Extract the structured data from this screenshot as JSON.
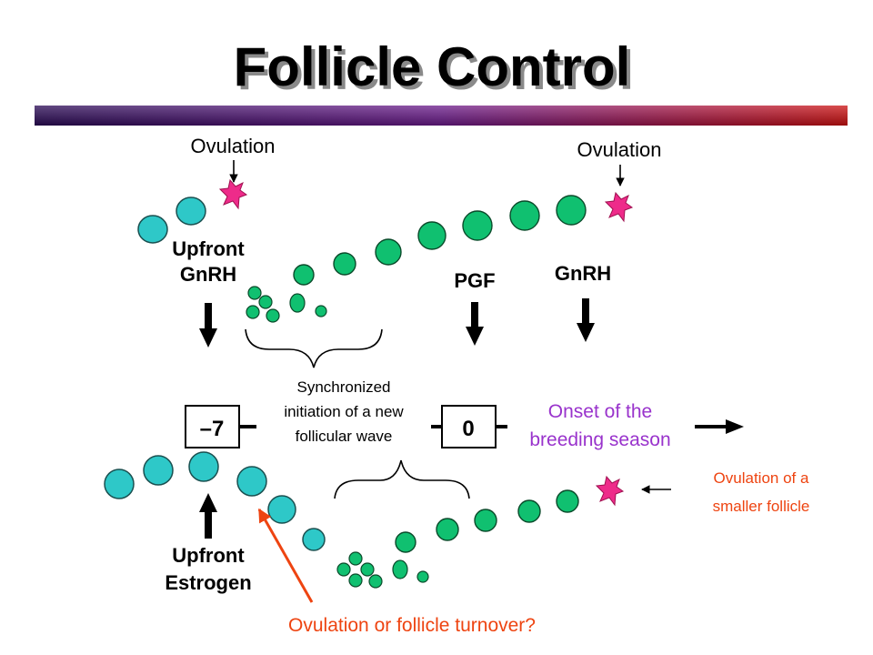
{
  "title": "Follicle Control",
  "colors": {
    "teal_follicle": "#2ec8c8",
    "green_follicle": "#10c070",
    "ovulation_burst": "#ee2b8a",
    "annotation_purple": "#9933cc",
    "annotation_red": "#ee4411",
    "bar_dark": "#220055",
    "bar_red": "#cc0000"
  },
  "top": {
    "ovulation_left": "Ovulation",
    "ovulation_right": "Ovulation",
    "upfront_gnrh": [
      "Upfront",
      "GnRH"
    ],
    "pgf": "PGF",
    "gnrh": "GnRH"
  },
  "timeline": {
    "day_start": "–7",
    "day_zero": "0",
    "sync_label": [
      "Synchronized",
      "initiation of a new",
      "follicular wave"
    ],
    "onset_label": [
      "Onset of the",
      "breeding season"
    ]
  },
  "bottom": {
    "upfront_estrogen": [
      "Upfront",
      "Estrogen"
    ],
    "ovulation_smaller": [
      "Ovulation of a",
      "smaller follicle"
    ],
    "turnover_question": "Ovulation or follicle turnover?"
  }
}
